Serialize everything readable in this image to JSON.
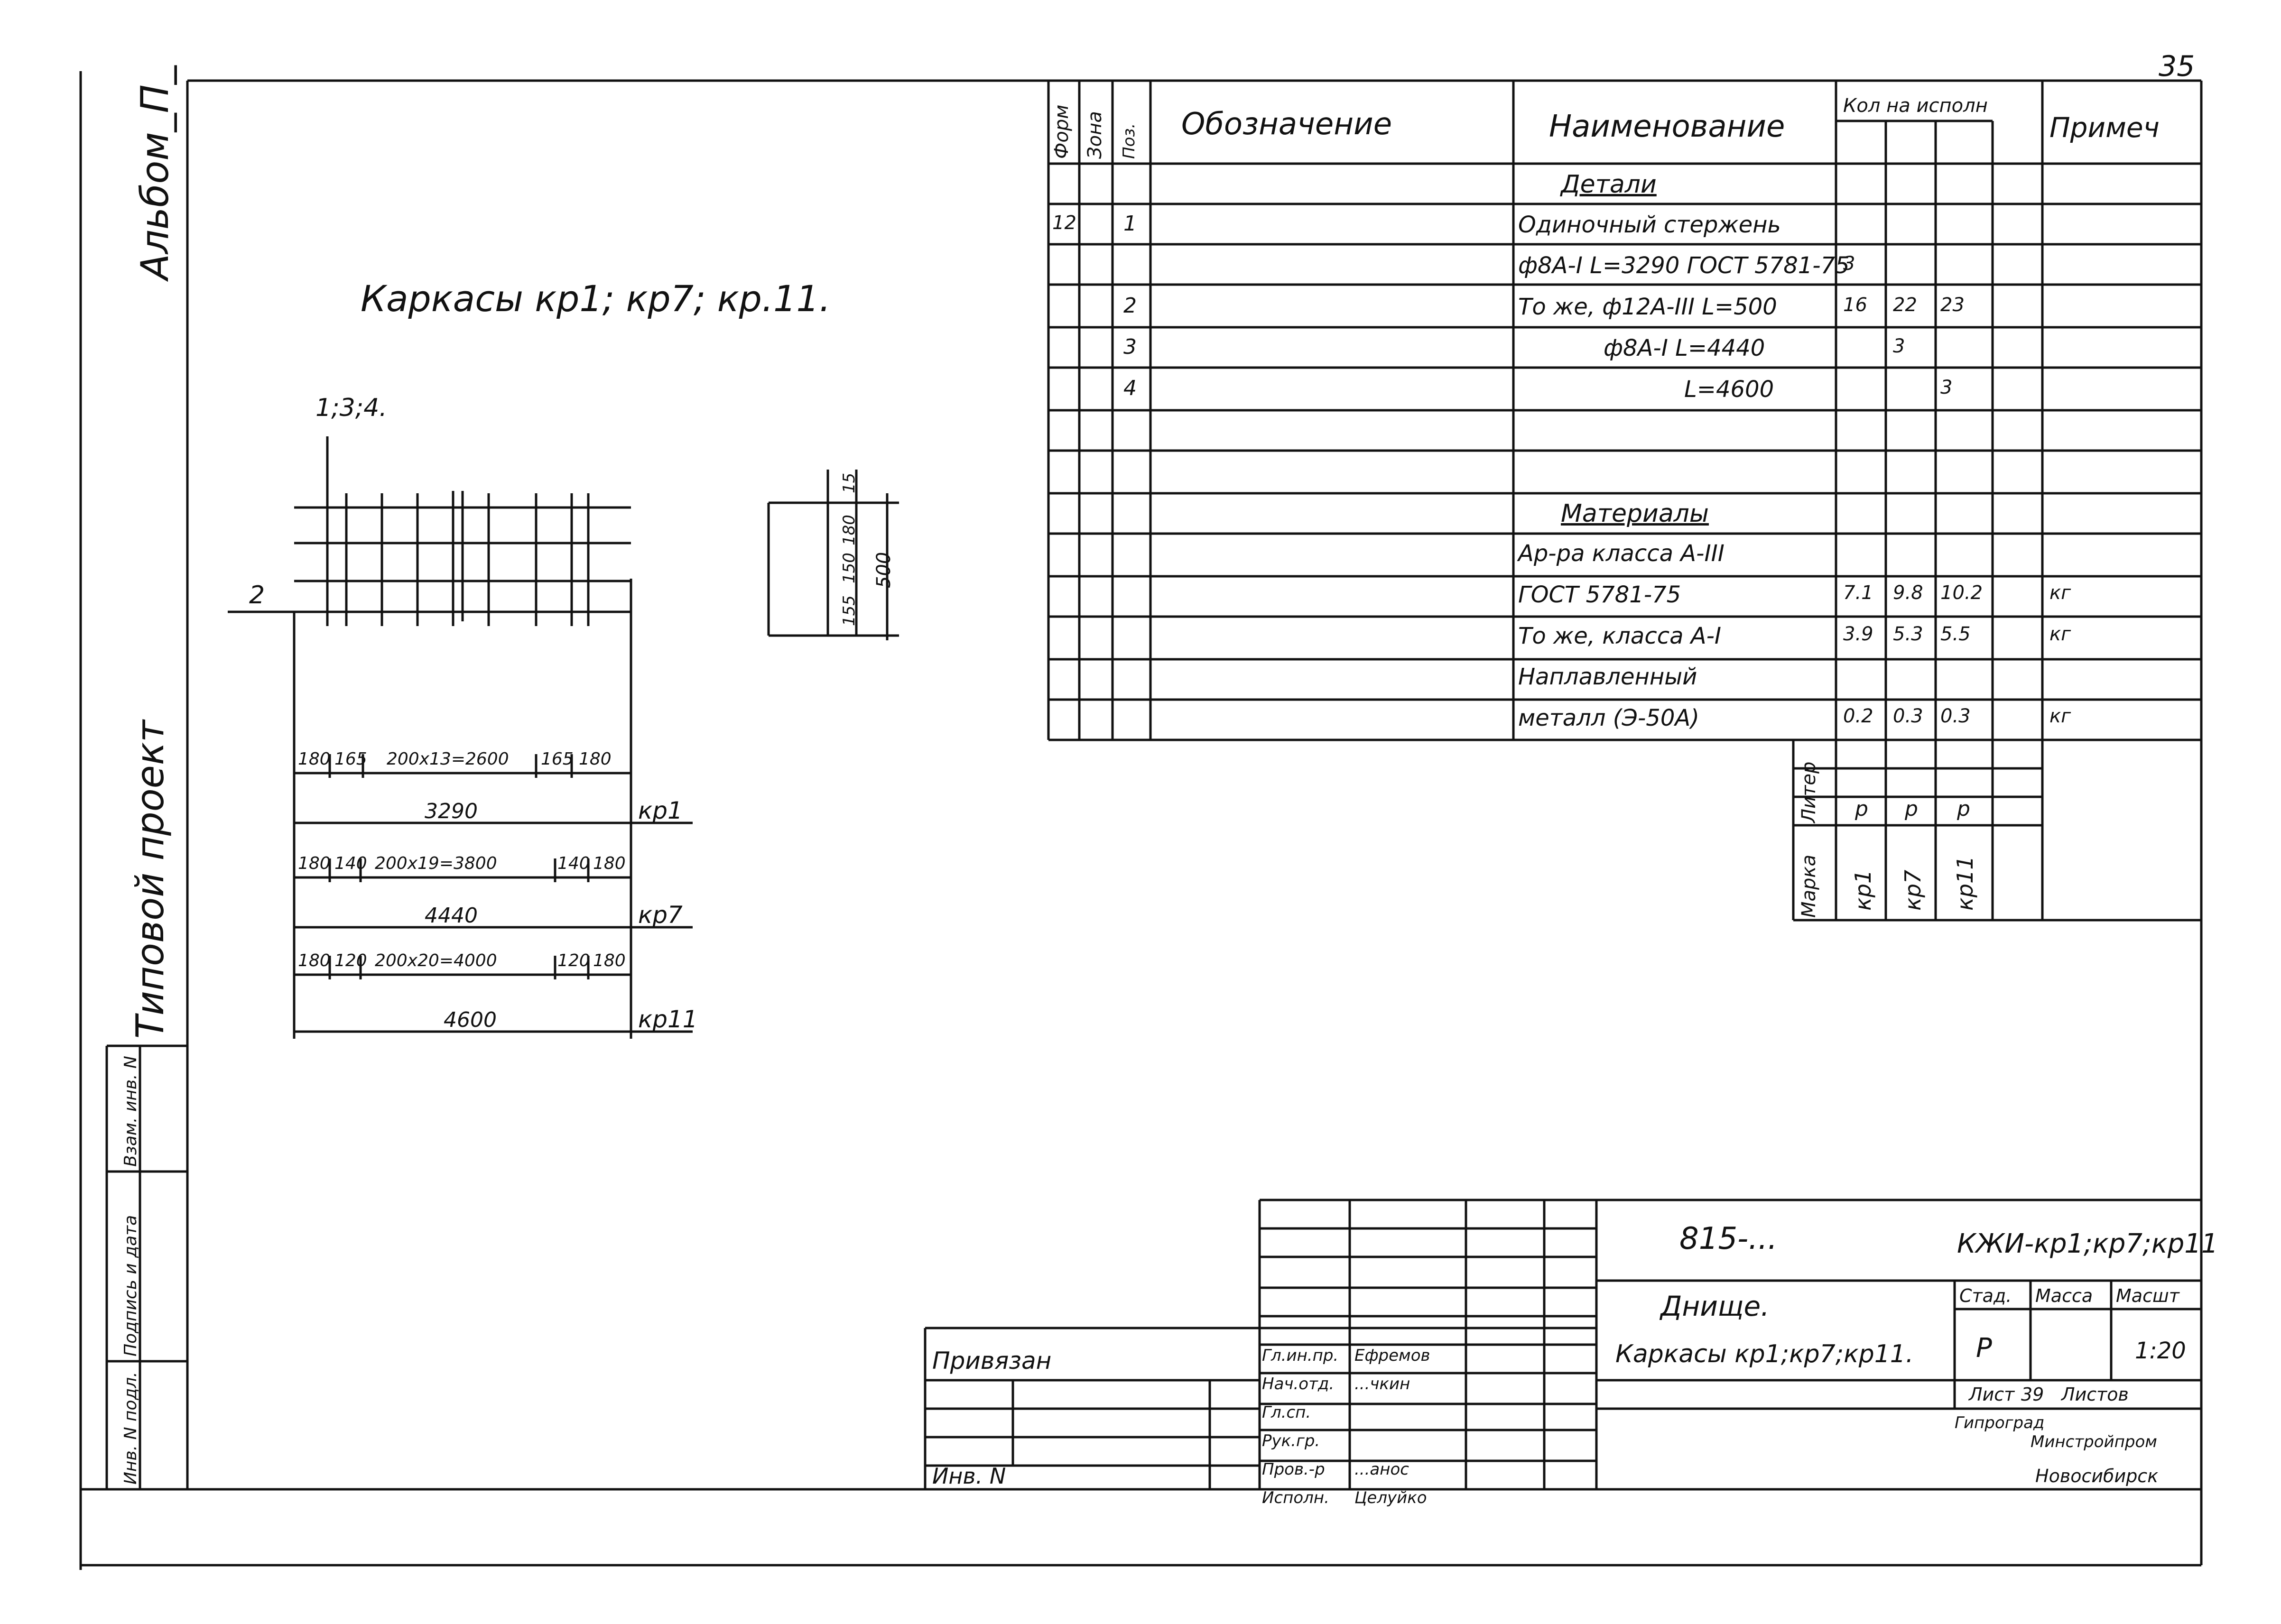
{
  "page_number": "35",
  "side": {
    "album": "Альбом_П_",
    "project": "Типовой проект",
    "stamp_labels": [
      "Инв. N подл.",
      "Подпись и дата",
      "Взам. инв. N"
    ]
  },
  "title": "Каркасы кр1; кр7; кр.11.",
  "drawing": {
    "pos_upper": "1;3;4.",
    "pos_lower": "2",
    "section_dims": [
      "15",
      "180",
      "150",
      "155",
      "500"
    ],
    "dim_rows": [
      {
        "segments": [
          "180",
          "165",
          "200x13=2600",
          "165",
          "180"
        ],
        "total": "3290",
        "mark": "кр1"
      },
      {
        "segments": [
          "180",
          "140",
          "200x19=3800",
          "140",
          "180"
        ],
        "total": "4440",
        "mark": "кр7"
      },
      {
        "segments": [
          "180",
          "120",
          "200x20=4000",
          "120",
          "180"
        ],
        "total": "4600",
        "mark": "кр11"
      }
    ]
  },
  "spec": {
    "headers": {
      "format": "Форм",
      "zone": "Зона",
      "pos": "Поз.",
      "designation": "Обозначение",
      "name": "Наименование",
      "qty": "Кол на исполн",
      "note": "Примеч"
    },
    "rows": [
      {
        "format": "",
        "pos": "",
        "name": "Детали",
        "q1": "",
        "q7": "",
        "q11": "",
        "note": "",
        "underline": true
      },
      {
        "format": "12",
        "pos": "1",
        "name": "Одиночный стержень",
        "q1": "",
        "q7": "",
        "q11": "",
        "note": ""
      },
      {
        "format": "",
        "pos": "",
        "name": "ф8А-I L=3290 ГОСТ 5781-75",
        "q1": "3",
        "q7": "",
        "q11": "",
        "note": ""
      },
      {
        "format": "",
        "pos": "2",
        "name": "То же, ф12А-III L=500",
        "q1": "16",
        "q7": "22",
        "q11": "23",
        "note": ""
      },
      {
        "format": "",
        "pos": "3",
        "name": "ф8А-I L=4440",
        "q1": "",
        "q7": "3",
        "q11": "",
        "note": ""
      },
      {
        "format": "",
        "pos": "4",
        "name": "L=4600",
        "q1": "",
        "q7": "",
        "q11": "3",
        "note": ""
      },
      {
        "format": "",
        "pos": "",
        "name": "",
        "q1": "",
        "q7": "",
        "q11": "",
        "note": ""
      },
      {
        "format": "",
        "pos": "",
        "name": "",
        "q1": "",
        "q7": "",
        "q11": "",
        "note": ""
      },
      {
        "format": "",
        "pos": "",
        "name": "Материалы",
        "q1": "",
        "q7": "",
        "q11": "",
        "note": "",
        "underline": true
      },
      {
        "format": "",
        "pos": "",
        "name": "Ар-ра класса А-III",
        "q1": "",
        "q7": "",
        "q11": "",
        "note": ""
      },
      {
        "format": "",
        "pos": "",
        "name": "ГОСТ 5781-75",
        "q1": "7.1",
        "q7": "9.8",
        "q11": "10.2",
        "note": "кг"
      },
      {
        "format": "",
        "pos": "",
        "name": "То же, класса А-I",
        "q1": "3.9",
        "q7": "5.3",
        "q11": "5.5",
        "note": "кг"
      },
      {
        "format": "",
        "pos": "",
        "name": "Наплавленный",
        "q1": "",
        "q7": "",
        "q11": "",
        "note": ""
      },
      {
        "format": "",
        "pos": "",
        "name": "металл (Э-50А)",
        "q1": "0.2",
        "q7": "0.3",
        "q11": "0.3",
        "note": "кг"
      }
    ],
    "liter_label": "Литер",
    "liters": [
      "р",
      "р",
      "р"
    ],
    "marka_label": "Марка",
    "marks": [
      "кр1",
      "кр7",
      "кр11"
    ]
  },
  "titleblock": {
    "doc_number": "815-...",
    "code": "КЖИ-кр1;кр7;кр11",
    "object": "Днище.",
    "sheet_title": "Каркасы кр1;кр7;кр11.",
    "stage_label": "Стад.",
    "mass_label": "Масса",
    "scale_label": "Масшт",
    "stage": "Р",
    "scale": "1:20",
    "sheet_label": "Лист",
    "sheet_no": "39",
    "sheets_label": "Листов",
    "org": [
      "Гипроград",
      "Минстройпром",
      "Новосибирск"
    ],
    "roles": [
      {
        "role": "Гл.ин.пр.",
        "name": "Ефремов"
      },
      {
        "role": "Нач.отд.",
        "name": "...чкин"
      },
      {
        "role": "Гл.сп.",
        "name": ""
      },
      {
        "role": "Рук.гр.",
        "name": ""
      },
      {
        "role": "Пров.-р",
        "name": "...анос"
      },
      {
        "role": "Исполн.",
        "name": "Целуйко"
      }
    ],
    "privyazan": "Привязан",
    "inv_no": "Инв. N"
  }
}
